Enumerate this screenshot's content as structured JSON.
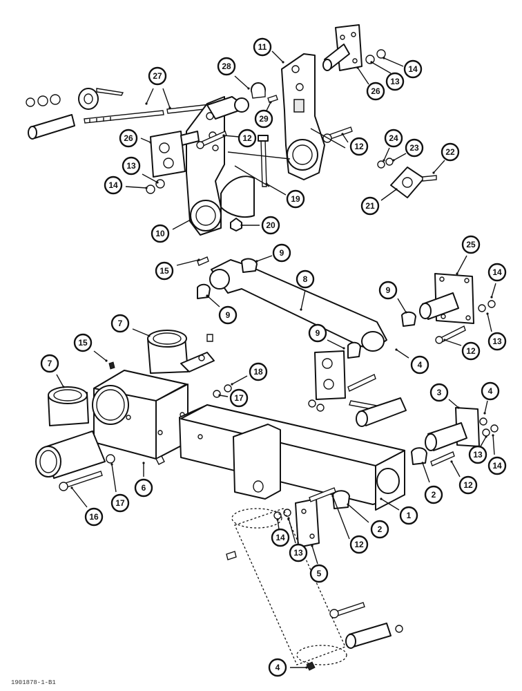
{
  "figure_ref": "1901878-1-B1",
  "callouts": [
    {
      "id": "c27",
      "label": "27"
    },
    {
      "id": "c28",
      "label": "28"
    },
    {
      "id": "c11",
      "label": "11"
    },
    {
      "id": "c14a",
      "label": "14"
    },
    {
      "id": "c13a",
      "label": "13"
    },
    {
      "id": "c26a",
      "label": "26"
    },
    {
      "id": "c29",
      "label": "29"
    },
    {
      "id": "c26b",
      "label": "26"
    },
    {
      "id": "c12a",
      "label": "12"
    },
    {
      "id": "c12b",
      "label": "12"
    },
    {
      "id": "c24",
      "label": "24"
    },
    {
      "id": "c23",
      "label": "23"
    },
    {
      "id": "c22",
      "label": "22"
    },
    {
      "id": "c13b",
      "label": "13"
    },
    {
      "id": "c14b",
      "label": "14"
    },
    {
      "id": "c19",
      "label": "19"
    },
    {
      "id": "c21",
      "label": "21"
    },
    {
      "id": "c10",
      "label": "10"
    },
    {
      "id": "c20",
      "label": "20"
    },
    {
      "id": "c15a",
      "label": "15"
    },
    {
      "id": "c9a",
      "label": "9"
    },
    {
      "id": "c25",
      "label": "25"
    },
    {
      "id": "c8",
      "label": "8"
    },
    {
      "id": "c14c",
      "label": "14"
    },
    {
      "id": "c9b",
      "label": "9"
    },
    {
      "id": "c9c",
      "label": "9"
    },
    {
      "id": "c7a",
      "label": "7"
    },
    {
      "id": "c12c",
      "label": "12"
    },
    {
      "id": "c13c",
      "label": "13"
    },
    {
      "id": "c9d",
      "label": "9"
    },
    {
      "id": "c15b",
      "label": "15"
    },
    {
      "id": "c4a",
      "label": "4"
    },
    {
      "id": "c7b",
      "label": "7"
    },
    {
      "id": "c18",
      "label": "18"
    },
    {
      "id": "c17a",
      "label": "17"
    },
    {
      "id": "c3",
      "label": "3"
    },
    {
      "id": "c4b",
      "label": "4"
    },
    {
      "id": "c6",
      "label": "6"
    },
    {
      "id": "c17b",
      "label": "17"
    },
    {
      "id": "c16",
      "label": "16"
    },
    {
      "id": "c2a",
      "label": "2"
    },
    {
      "id": "c12d",
      "label": "12"
    },
    {
      "id": "c13d",
      "label": "13"
    },
    {
      "id": "c14d",
      "label": "14"
    },
    {
      "id": "c1",
      "label": "1"
    },
    {
      "id": "c2b",
      "label": "2"
    },
    {
      "id": "c14e",
      "label": "14"
    },
    {
      "id": "c13e",
      "label": "13"
    },
    {
      "id": "c12e",
      "label": "12"
    },
    {
      "id": "c5",
      "label": "5"
    },
    {
      "id": "c4c",
      "label": "4"
    }
  ]
}
